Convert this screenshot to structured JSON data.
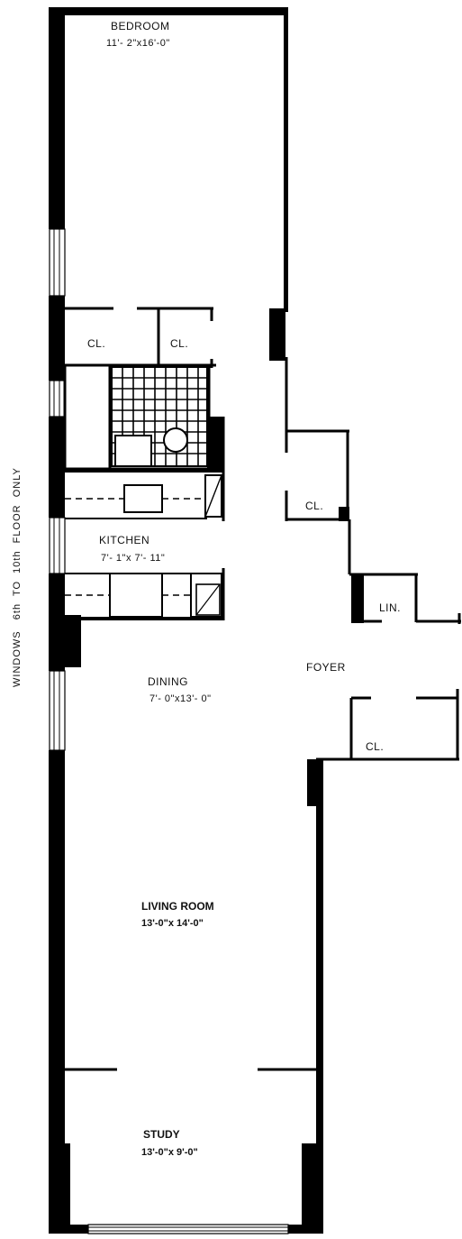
{
  "side_note": "WINDOWS   6th  TO  10th  FLOOR  ONLY",
  "rooms": {
    "bedroom": {
      "name": "BEDROOM",
      "dims": "11'- 2\"x16'-0\""
    },
    "closet_1": {
      "name": "CL."
    },
    "closet_2": {
      "name": "CL."
    },
    "closet_3": {
      "name": "CL."
    },
    "closet_4": {
      "name": "CL."
    },
    "linen": {
      "name": "LIN."
    },
    "kitchen": {
      "name": "KITCHEN",
      "dims": "7'- 1\"x 7'- 11\""
    },
    "foyer": {
      "name": "FOYER"
    },
    "dining": {
      "name": "DINING",
      "dims": "7'- 0\"x13'- 0\""
    },
    "living": {
      "name": "LIVING ROOM",
      "dims": "13'-0\"x 14'-0\""
    },
    "study": {
      "name": "STUDY",
      "dims": "13'-0\"x 9'-0\""
    }
  }
}
